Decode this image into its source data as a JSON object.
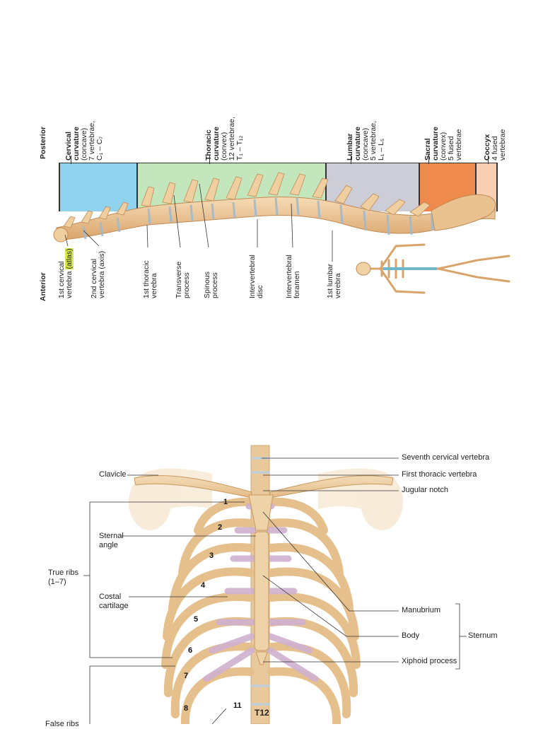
{
  "spine_figure": {
    "orientation_left": "Anterior",
    "orientation_right": "Posterior",
    "regions": [
      {
        "title": "Cervical curvature",
        "l1": "Cervical",
        "l2": "curvature",
        "l3": "(concave)",
        "l4": "7 vertebrae,",
        "l5": "C₁ – C₇",
        "color": "#8fd3ef"
      },
      {
        "title": "Thoracic curvature",
        "l1": "Thoracic",
        "l2": "curvature",
        "l3": "(convex)",
        "l4": "12 vertebrae,",
        "l5": "T₁ – T₁₂",
        "color": "#bfe4b9"
      },
      {
        "title": "Lumbar curvature",
        "l1": "Lumbar",
        "l2": "curvature",
        "l3": "(concave)",
        "l4": "5 vertebrae,",
        "l5": "L₁ – L₅",
        "color": "#c9c9d6"
      },
      {
        "title": "Sacral curvature",
        "l1": "Sacral",
        "l2": "curvature",
        "l3": "(convex)",
        "l4": "5 fused",
        "l5": "vertebrae",
        "color": "#ef8a4d"
      },
      {
        "title": "Coccyx",
        "l1": "Coccyx",
        "l2": "4 fused",
        "l3": "vertebrae",
        "l4": "",
        "l5": "",
        "color": "#f8cfb3"
      }
    ],
    "labels": {
      "c1_a": "1st cervical",
      "c1_b": "vertebra",
      "c1_highlight": "(atlas)",
      "c2_a": "2nd cervical",
      "c2_b": "vertebra (axis)",
      "t1_a": "1st thoracic",
      "t1_b": "verebra",
      "transverse_a": "Transverse",
      "transverse_b": "process",
      "spinous_a": "Spinous",
      "spinous_b": "process",
      "disc_a": "Intervertebral",
      "disc_b": "disc",
      "foramen_a": "Intervertebral",
      "foramen_b": "foramen",
      "l1_a": "1st lumbar",
      "l1_b": "verebra"
    }
  },
  "rib_figure": {
    "labels": {
      "seventh_cervical": "Seventh cervical vertebra",
      "first_thoracic": "First thoracic vertebra",
      "jugular_notch": "Jugular notch",
      "clavicle": "Clavicle",
      "sternal_angle_a": "Sternal",
      "sternal_angle_b": "angle",
      "true_ribs_a": "True ribs",
      "true_ribs_b": "(1–7)",
      "costal_a": "Costal",
      "costal_b": "cartilage",
      "manubrium": "Manubrium",
      "body": "Body",
      "sternum": "Sternum",
      "xiphoid": "Xiphoid process",
      "t12": "T12",
      "false_ribs_partial": "False ribs"
    },
    "rib_numbers": [
      "1",
      "2",
      "3",
      "4",
      "5",
      "6",
      "7",
      "8",
      "11"
    ]
  },
  "colors": {
    "bone": "#f0d2a6",
    "bone_dark": "#d9a46a",
    "cartilage": "#c9a6c8",
    "disc": "#b9cfe0"
  }
}
